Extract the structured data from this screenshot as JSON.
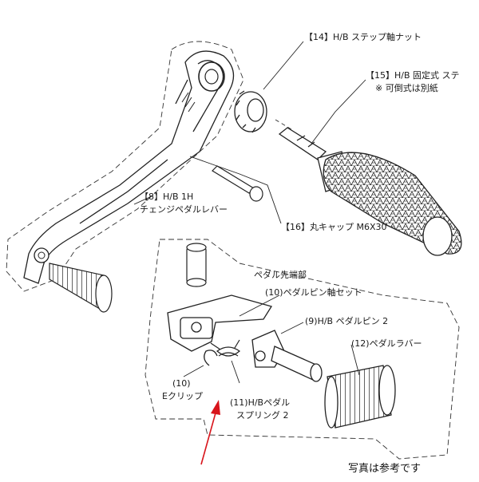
{
  "labels": {
    "p14": "【14】H/B ステップ軸ナット",
    "p15_line1": "【15】H/B 固定式 ステ",
    "p15_line2": "※ 可倒式は別紙",
    "p8_line1": "【8】H/B 1H",
    "p8_line2": "チェンジペダルレバー",
    "p16": "【16】丸キャップ M6X30",
    "tip_title": "ペダル先端部",
    "p10_pinset": "(10)ペダルピン軸セット",
    "p9_pin": "(9)H/B ペダルピン 2",
    "p12_rubber": "(12)ペダルラバー",
    "p10_clip_line1": "(10)",
    "p10_clip_line2": "Eクリップ",
    "p11_spring_line1": "(11)H/Bペダル",
    "p11_spring_line2": "スプリング 2"
  },
  "footer_note": "写真は参考です",
  "colors": {
    "line": "#222222",
    "arrow": "#d8141b",
    "background": "#ffffff"
  }
}
